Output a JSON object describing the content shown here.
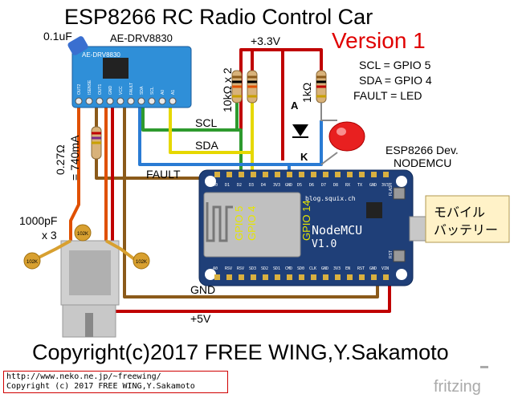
{
  "title": "ESP8266  RC Radio Control Car",
  "version": "Version 1",
  "gpio_map": {
    "scl": "SCL  = GPIO 5",
    "sda": "SDA  = GPIO 4",
    "fault": "FAULT = LED"
  },
  "labels": {
    "cap_top": "0.1uF",
    "driver": "AE-DRV8830",
    "driver_chip": "AE-DRV8830",
    "v33": "+3.3V",
    "pullup": "10kΩ x 2",
    "led_res": "1kΩ",
    "led_a": "A",
    "led_k": "K",
    "wire_scl": "SCL",
    "wire_sda": "SDA",
    "wire_fault": "FAULT",
    "sense_res_1": "0.27Ω",
    "sense_res_2": "= 740mA",
    "caps_1": "1000pF",
    "caps_2": "x 3",
    "cap_code": "102K",
    "esp_title_1": "ESP8266 Dev.",
    "esp_title_2": "NODEMCU",
    "board_url": "blog.squix.ch",
    "gpio5": "GPIO 5",
    "gpio4": "GPIO 4",
    "gpio14": "GPIO 14",
    "nodemcu": "NodeMCU",
    "nodemcu_ver": "V1.0",
    "battery_1": "モバイル",
    "battery_2": "バッテリー",
    "gnd": "GND",
    "v5": "+5V",
    "flash": "FLASH",
    "rst": "RST",
    "pins_top": [
      "D0",
      "D1",
      "D2",
      "D3",
      "D4",
      "3V3",
      "GND",
      "D5",
      "D6",
      "D7",
      "D8",
      "RX",
      "TX",
      "GND",
      "3V3"
    ],
    "pins_bottom": [
      "A0",
      "RSV",
      "RSV",
      "SD3",
      "SD2",
      "SD1",
      "CMD",
      "SD0",
      "CLK",
      "GND",
      "3V3",
      "EN",
      "RST",
      "GND",
      "VIN"
    ],
    "driver_pins": [
      "OUT2",
      "ISENSE",
      "OUT1",
      "GND",
      "VCC",
      "FAULT",
      "SDA",
      "SCL",
      "A0",
      "A1"
    ]
  },
  "copyright": "Copyright(c)2017 FREE WING,Y.Sakamoto",
  "credit_line_1": "http://www.neko.ne.jp/~freewing/",
  "credit_line_2": "Copyright (c) 2017 FREE WING,Y.Sakamoto",
  "fritzing": "fritzing",
  "colors": {
    "red_wire": "#c00000",
    "brown_wire": "#8b5a1a",
    "green_wire": "#2e9a2e",
    "yellow_wire": "#e6d800",
    "blue_wire": "#2a7bd4",
    "board": "#1f3f78",
    "driver_board": "#2f8fd8",
    "led": "#e82020",
    "battery": "#fff2c8"
  }
}
